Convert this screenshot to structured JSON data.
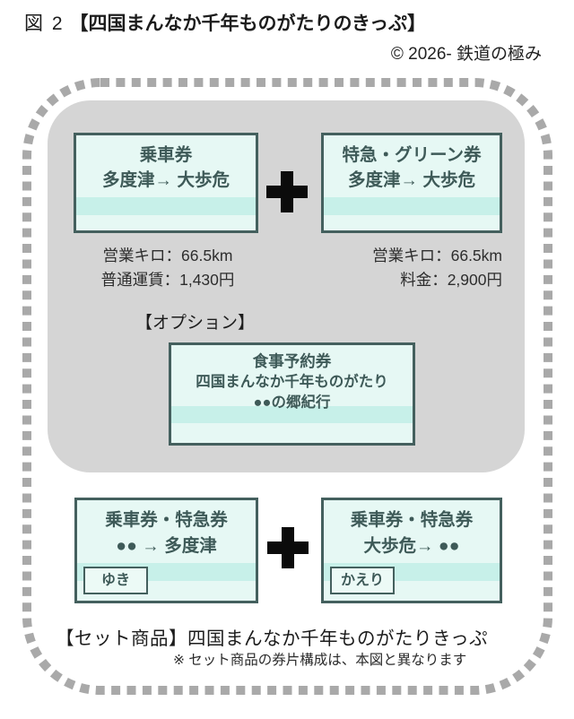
{
  "header": {
    "figure_label": "図 2",
    "title": "【四国まんなか千年ものがたりのきっぷ】",
    "copyright": "© 2026- 鉄道の極み"
  },
  "set_contents": {
    "fare_ticket": {
      "type": "乗車券",
      "route": "多度津→ 大歩危"
    },
    "express_ticket": {
      "type": "特急・グリーン券",
      "route": "多度津→ 大歩危"
    },
    "plus_symbol": "＋",
    "fare_details": {
      "distance": "営業キロ：66.5km",
      "price": "普通運賃：1,430円"
    },
    "express_details": {
      "distance": "営業キロ：66.5km",
      "price": "料金：2,900円"
    },
    "option": {
      "label": "【オプション】",
      "ticket": {
        "type": "食事予約券",
        "line2": "四国まんなか千年ものがたり",
        "line3": "●●の郷紀行"
      }
    }
  },
  "set_product": {
    "outbound_ticket": {
      "type": "乗車券・特急券",
      "route": "●● → 多度津",
      "tag": "ゆき"
    },
    "return_ticket": {
      "type": "乗車券・特急券",
      "route": "大歩危→ ●●",
      "tag": "かえり"
    },
    "caption_prefix": "【セット商品】",
    "caption_name": "四国まんなか千年ものがたりきっぷ",
    "note": "※ セット商品の券片構成は、本図と異なります"
  },
  "colors": {
    "panel_gray": "#d5d5d5",
    "dash_gray": "#a9a9a9",
    "ticket_bg": "#e6f8f4",
    "ticket_stripe": "#c7f0e9",
    "ticket_border": "#44605e",
    "ticket_text": "#3e5a58",
    "plus_black": "#0b0b0b"
  }
}
